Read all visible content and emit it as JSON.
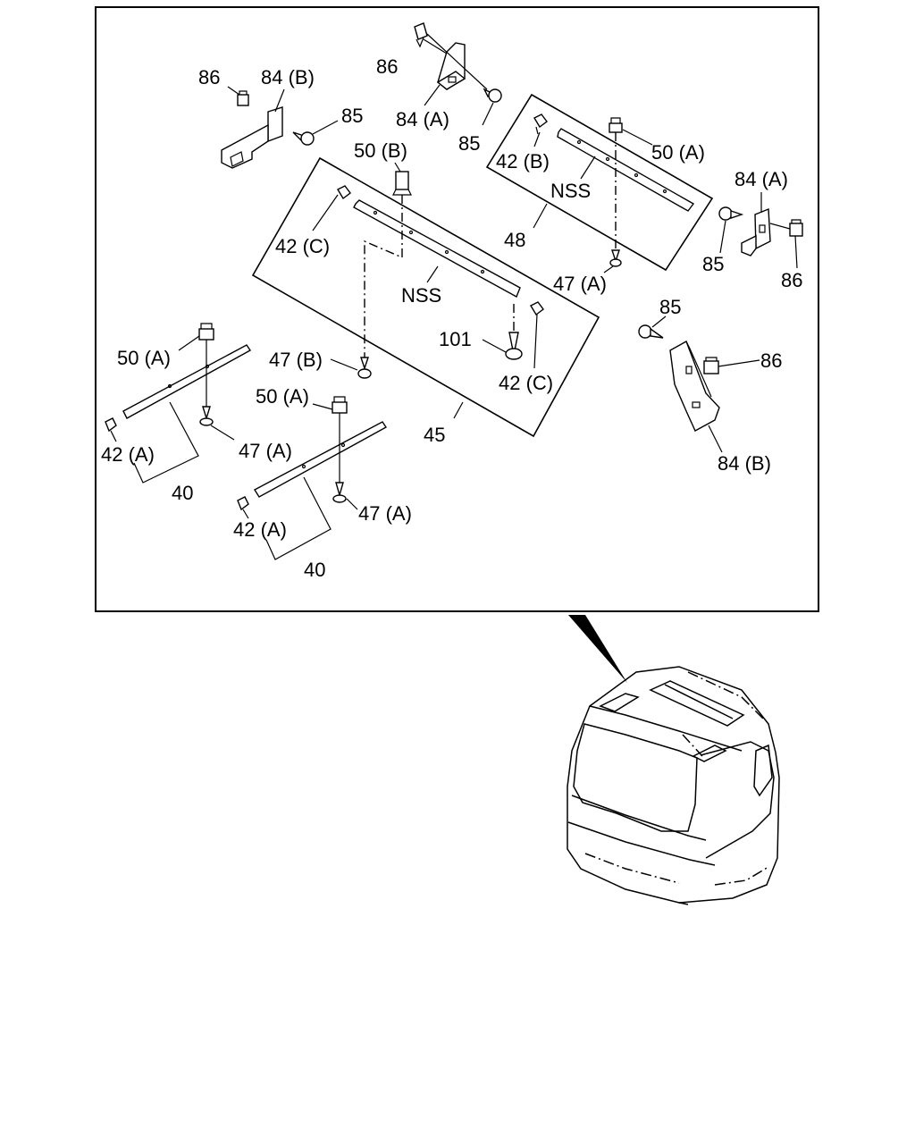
{
  "callouts": {
    "c86_tl": "86",
    "c84b_tl": "84 (B)",
    "c85_tl": "85",
    "c86_top": "86",
    "c84a_top": "84 (A)",
    "c85_top": "85",
    "c42b": "42 (B)",
    "c50a_r": "50 (A)",
    "c84a_r": "84 (A)",
    "c50b": "50 (B)",
    "c42c_l": "42 (C)",
    "nss_r": "NSS",
    "c48": "48",
    "c85_r": "85",
    "c86_r": "86",
    "c47a_r": "47 (A)",
    "nss_c": "NSS",
    "c85_br": "85",
    "c86_br": "86",
    "c101": "101",
    "c50a_l": "50 (A)",
    "c47b": "47 (B)",
    "c42c_r": "42 (C)",
    "c84b_br": "84 (B)",
    "c50a_m": "50 (A)",
    "c42a_l": "42 (A)",
    "c47a_l": "47 (A)",
    "c45": "45",
    "c40_l": "40",
    "c47a_m": "47 (A)",
    "c42a_m": "42 (A)",
    "c40_m": "40"
  }
}
